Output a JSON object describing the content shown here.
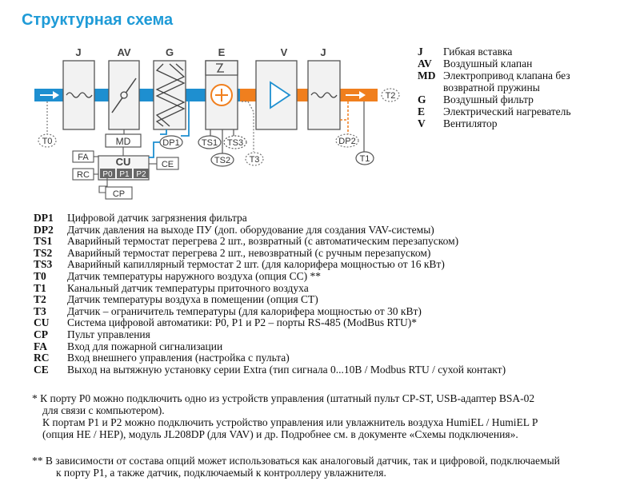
{
  "title": "Структурная схема",
  "diagram": {
    "headers": [
      "J",
      "AV",
      "G",
      "E",
      "V",
      "J"
    ],
    "sensors": [
      "T0",
      "MD",
      "DP1",
      "TS1",
      "TS3",
      "TS2",
      "T3",
      "DP2",
      "T1",
      "T2"
    ],
    "control": {
      "fa": "FA",
      "rc": "RC",
      "cu": "CU",
      "ports": [
        "P0",
        "P1",
        "P2"
      ],
      "ce": "CE",
      "cp": "CP"
    },
    "colors": {
      "supply_duct": "#1e8fd0",
      "heated_duct": "#f07f1e",
      "box_fill": "#f2f2f2",
      "box_stroke": "#555555"
    }
  },
  "legend_top": [
    {
      "key": "J",
      "value": "Гибкая вставка"
    },
    {
      "key": "AV",
      "value": "Воздушный клапан"
    },
    {
      "key": "MD",
      "value": "Электропривод клапана без возвратной пружины"
    },
    {
      "key": "G",
      "value": "Воздушный фильтр"
    },
    {
      "key": "E",
      "value": "Электрический нагреватель"
    },
    {
      "key": "V",
      "value": "Вентилятор"
    }
  ],
  "legend_bottom": [
    {
      "key": "DP1",
      "value": "Цифровой датчик загрязнения фильтра"
    },
    {
      "key": "DP2",
      "value": "Датчик давления на выходе ПУ (доп. оборудование для создания VAV-системы)"
    },
    {
      "key": "TS1",
      "value": "Аварийный термостат перегрева 2 шт., возвратный (с автоматическим перезапуском)"
    },
    {
      "key": "TS2",
      "value": "Аварийный термостат перегрева 2 шт., невозвратный (с ручным перезапуском)"
    },
    {
      "key": "TS3",
      "value": "Аварийный капиллярный термостат 2 шт. (для калорифера мощностью от 16 кВт)"
    },
    {
      "key": "T0",
      "value": "Датчик температуры наружного воздуха (опция CC) **"
    },
    {
      "key": "T1",
      "value": "Канальный датчик температуры приточного воздуха"
    },
    {
      "key": "T2",
      "value": "Датчик температуры воздуха в помещении (опция CT)"
    },
    {
      "key": "T3",
      "value": "Датчик – ограничитель температуры (для калорифера мощностью от 30 кВт)"
    },
    {
      "key": "CU",
      "value": "Система цифровой автоматики: P0, P1 и P2 – порты RS-485 (ModBus RTU)*"
    },
    {
      "key": "CP",
      "value": "Пульт управления"
    },
    {
      "key": "FA",
      "value": "Вход для пожарной сигнализации"
    },
    {
      "key": "RC",
      "value": "Вход внешнего управления (настройка с пульта)"
    },
    {
      "key": "CE",
      "value": "Выход на вытяжную установку серии Extra (тип сигнала 0...10В / Modbus RTU / сухой контакт)"
    }
  ],
  "notes": {
    "note1": [
      "* К порту P0 можно подключить одно из устройств управления (штатный пульт CP-ST, USB-адаптер BSA-02",
      "для связи с компьютером).",
      "К портам P1 и P2 можно подключить устройство управления или увлажнитель воздуха HumiEL / HumiEL P",
      "(опция HE / HEP), модуль JL208DP (для VAV) и др. Подробнее см. в документе «Схемы подключения»."
    ],
    "note2": [
      "** В зависимости от состава опций может использоваться как аналоговый датчик, так и цифровой, подключаемый",
      "к порту P1, а также датчик, подключаемый к контроллеру увлажнителя."
    ]
  }
}
